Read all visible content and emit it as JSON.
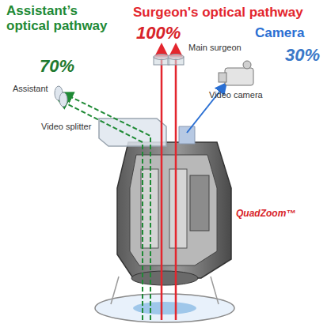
{
  "diagram": {
    "labels": [
      "Assistant’s optical pathway",
      "Surgeon's optical pathway",
      "Camera",
      "100%",
      "Main surgeon",
      "70%",
      "30%",
      "Assistant",
      "Video camera",
      "Video splitter",
      "QuadZoom™"
    ]
  }
}
